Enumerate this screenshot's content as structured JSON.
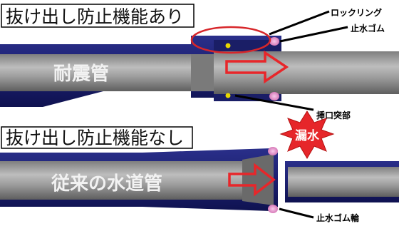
{
  "top": {
    "title": "抜け出し防止機能あり",
    "pipe_label": "耐震管",
    "callouts": {
      "lock_ring": "ロックリング",
      "seal_rubber": "止水ゴム",
      "spigot_projection": "挿口突部"
    }
  },
  "bottom": {
    "title": "抜け出し防止機能なし",
    "pipe_label": "従来の水道管",
    "leak_label": "漏水",
    "callouts": {
      "seal_rubber_ring": "止水ゴム輪"
    }
  },
  "colors": {
    "pipe_dark_blue": "#1c2070",
    "pipe_gray": "#8c8c8c",
    "arrow_red": "#e8262a",
    "rubber_pink": "#e58ac8",
    "lock_ring_yellow": "#e8d800",
    "leak_burst_red": "#e6262a",
    "highlight_ellipse": "#d7262a"
  }
}
